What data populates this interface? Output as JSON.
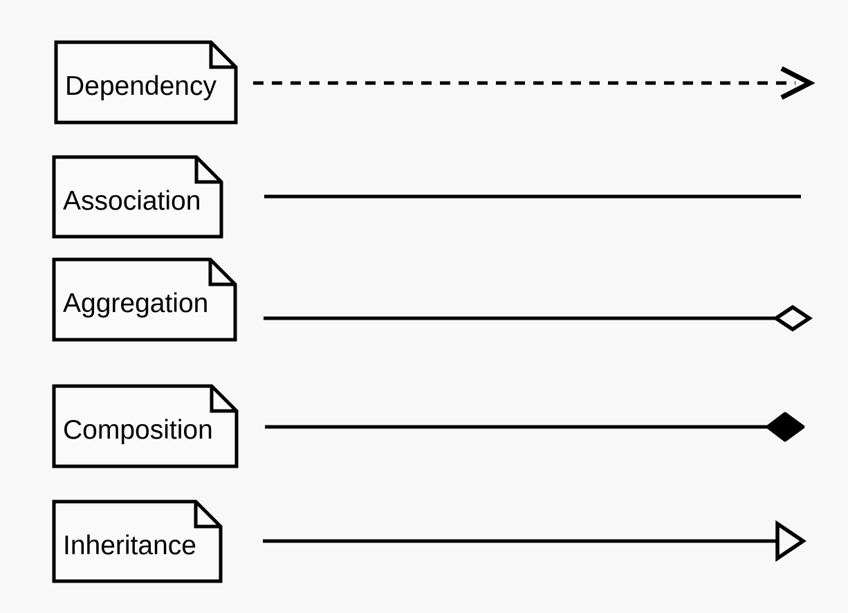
{
  "diagram": {
    "type": "uml-relationship-legend",
    "rows": [
      {
        "label": "Dependency",
        "line_style": "dashed",
        "marker": "open-arrow"
      },
      {
        "label": "Association",
        "line_style": "solid",
        "marker": "none"
      },
      {
        "label": "Aggregation",
        "line_style": "solid",
        "marker": "hollow-diamond"
      },
      {
        "label": "Composition",
        "line_style": "solid",
        "marker": "filled-diamond"
      },
      {
        "label": "Inheritance",
        "line_style": "solid",
        "marker": "hollow-triangle"
      }
    ],
    "colors": {
      "stroke": "#000000",
      "background": "#f8f8f8",
      "note_fill": "#fafafa"
    }
  }
}
